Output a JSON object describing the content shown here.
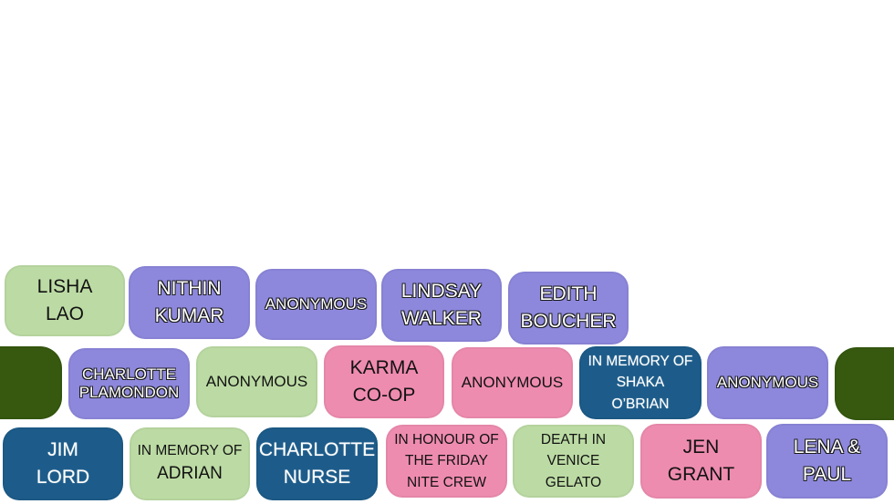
{
  "wall": {
    "bricks": [
      {
        "lines": [
          "LISHA",
          "LAO"
        ],
        "color": "#bcdba4"
      },
      {
        "lines": [
          "NITHIN",
          "KUMAR"
        ],
        "color": "#8d88dc"
      },
      {
        "lines": [
          "ANONYMOUS"
        ],
        "color": "#8d88dc"
      },
      {
        "lines": [
          "LINDSAY",
          "WALKER"
        ],
        "color": "#8d88dc"
      },
      {
        "lines": [
          "EDITH",
          "BOUCHER"
        ],
        "color": "#8d88dc"
      },
      {
        "lines": [],
        "color": "#36590f"
      },
      {
        "lines": [
          "CHARLOTTE",
          "PLAMONDON"
        ],
        "color": "#8d88dc"
      },
      {
        "lines": [
          "ANONYMOUS"
        ],
        "color": "#bcdba4"
      },
      {
        "lines": [
          "KARMA",
          "CO-OP"
        ],
        "color": "#ee8caf"
      },
      {
        "lines": [
          "ANONYMOUS"
        ],
        "color": "#ee8caf"
      },
      {
        "lines": [
          "IN MEMORY OF",
          "SHAKA",
          "O’BRIAN"
        ],
        "color": "#1d5c8a"
      },
      {
        "lines": [
          "ANONYMOUS"
        ],
        "color": "#8d88dc"
      },
      {
        "lines": [],
        "color": "#36590f"
      },
      {
        "lines": [
          "JIM",
          "LORD"
        ],
        "color": "#1d5c8a"
      },
      {
        "lines": [
          "IN MEMORY OF",
          "ADRIAN"
        ],
        "color": "#bcdba4"
      },
      {
        "lines": [
          "CHARLOTTE",
          "NURSE"
        ],
        "color": "#1d5c8a"
      },
      {
        "lines": [
          "IN HONOUR OF",
          "THE FRIDAY",
          "NITE CREW"
        ],
        "color": "#ee8caf"
      },
      {
        "lines": [
          "DEATH IN",
          "VENICE",
          "GELATO"
        ],
        "color": "#bcdba4"
      },
      {
        "lines": [
          "JEN",
          "GRANT"
        ],
        "color": "#ee8caf"
      },
      {
        "lines": [
          "LENA &",
          "PAUL"
        ],
        "color": "#8d88dc"
      }
    ]
  }
}
